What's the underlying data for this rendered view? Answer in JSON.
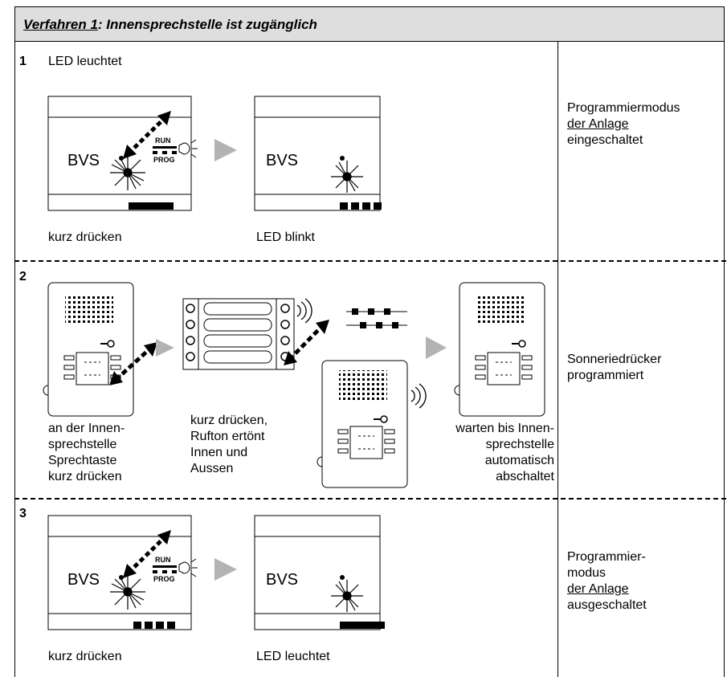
{
  "header": {
    "title_underlined": "Verfahren 1",
    "title_rest": ":  Innensprechstelle ist zugänglich"
  },
  "steps": [
    {
      "number": "1",
      "heading": "LED leuchtet",
      "device_label_a": "BVS",
      "device_label_b": "BVS",
      "switch_top": "RUN",
      "switch_bottom": "PROG",
      "caption_left": "kurz drücken",
      "caption_right": "LED blinkt",
      "result_line1": "Programmiermodus",
      "result_line2": "der Anlage",
      "result_line3": "eingeschaltet"
    },
    {
      "number": "2",
      "caption_a": [
        "an der Innen-",
        "sprechstelle",
        "Sprechtaste",
        "kurz drücken"
      ],
      "caption_b": [
        "kurz drücken,",
        "Rufton ertönt",
        "Innen und",
        "Aussen"
      ],
      "caption_c": [
        "warten bis Innen-",
        "sprechstelle",
        "automatisch",
        "abschaltet"
      ],
      "result_line1": "Sonneriedrücker",
      "result_line2": "programmiert"
    },
    {
      "number": "3",
      "device_label_a": "BVS",
      "device_label_b": "BVS",
      "switch_top": "RUN",
      "switch_bottom": "PROG",
      "caption_left": "kurz drücken",
      "caption_right": "LED leuchtet",
      "result_line1": "Programmier-",
      "result_line2": "modus",
      "result_line3": "der Anlage",
      "result_line4": "ausgeschaltet"
    }
  ]
}
